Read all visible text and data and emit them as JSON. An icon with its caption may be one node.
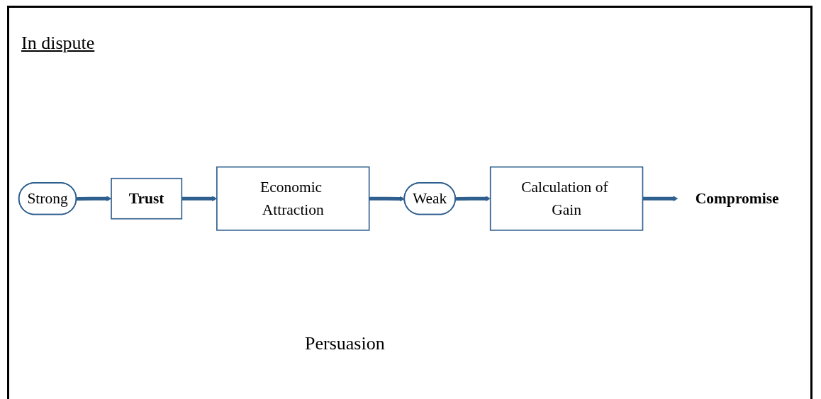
{
  "diagram": {
    "title": "In dispute",
    "nodes": [
      {
        "text": [
          "Strong"
        ]
      },
      {
        "text": [
          "Trust"
        ]
      },
      {
        "text": [
          "Economic Attraction"
        ]
      },
      {
        "text": [
          "Weak"
        ]
      },
      {
        "text": [
          "Calculation of Gain"
        ]
      },
      {
        "text": [
          "Compromise"
        ]
      }
    ],
    "edges": [
      {
        "from": 0,
        "to": 1,
        "arrow": "to"
      },
      {
        "from": 1,
        "to": 2,
        "arrow": "to"
      },
      {
        "from": 2,
        "to": 3,
        "arrow": "to"
      },
      {
        "from": 3,
        "to": 4,
        "arrow": "to"
      },
      {
        "from": 4,
        "to": 5,
        "arrow": "to"
      }
    ],
    "labels": [
      "Persuasion"
    ]
  }
}
